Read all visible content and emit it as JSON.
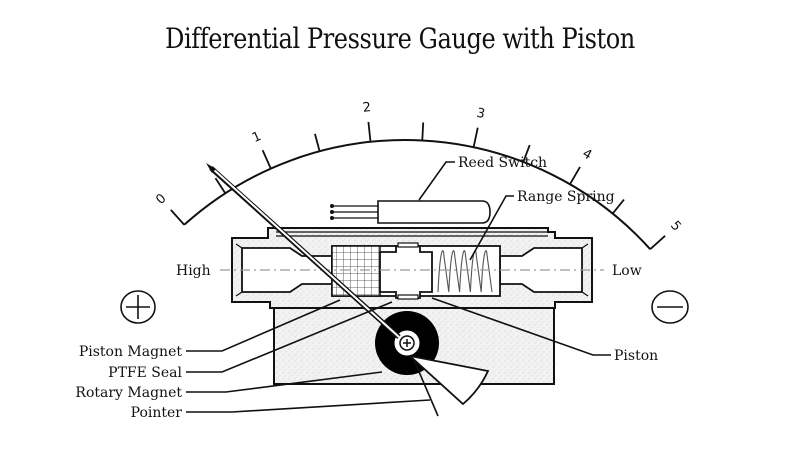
{
  "title": "Differential Pressure Gauge with Piston",
  "scale": {
    "min": 0,
    "max": 5,
    "major_labels": [
      "0",
      "1",
      "2",
      "3",
      "4",
      "5"
    ],
    "minor_divisions": 2,
    "pointer_value": 0
  },
  "labels": {
    "reed_switch": "Reed Switch",
    "range_spring": "Range Spring",
    "high": "High",
    "low": "Low",
    "piston_magnet": "Piston Magnet",
    "ptfe_seal": "PTFE Seal",
    "rotary_magnet": "Rotary Magnet",
    "pointer": "Pointer",
    "piston": "Piston"
  },
  "symbols": {
    "high_side": "plus-symbol",
    "low_side": "minus-symbol"
  },
  "colors": {
    "ink": "#111111",
    "housing_fill": "#f1f1f1",
    "centerline": "#9a9a9a"
  }
}
